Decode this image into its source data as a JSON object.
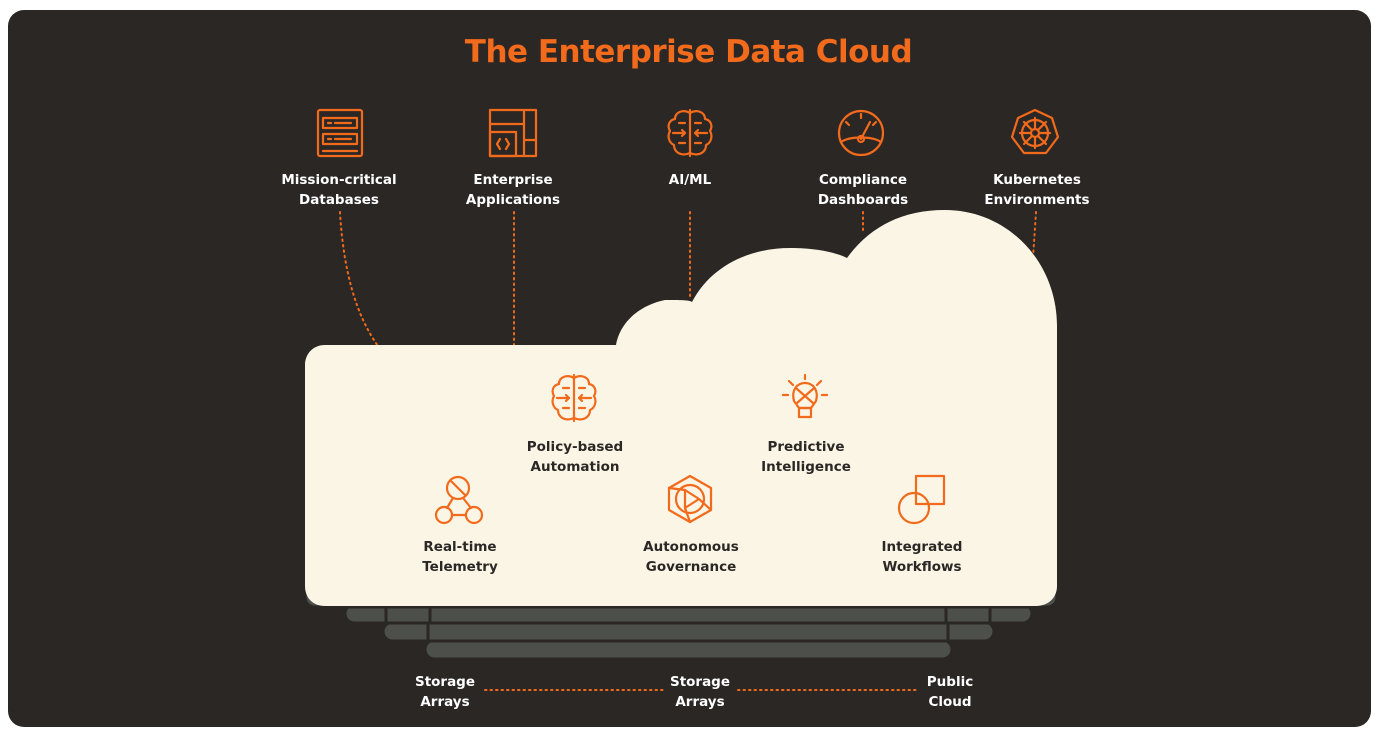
{
  "title": "The Enterprise Data Cloud",
  "top_items": [
    {
      "label": "Mission-critical\nDatabases",
      "icon": "database-icon"
    },
    {
      "label": "Enterprise\nApplications",
      "icon": "code-window-icon"
    },
    {
      "label": "AI/ML",
      "icon": "brain-chip-icon"
    },
    {
      "label": "Compliance\nDashboards",
      "icon": "gauge-icon"
    },
    {
      "label": "Kubernetes\nEnvironments",
      "icon": "kubernetes-wheel-icon"
    }
  ],
  "cloud_items": [
    {
      "label": "Policy-based\nAutomation",
      "icon": "brain-chip-icon"
    },
    {
      "label": "Predictive\nIntelligence",
      "icon": "lightbulb-icon"
    },
    {
      "label": "Real-time\nTelemetry",
      "icon": "network-nodes-icon"
    },
    {
      "label": "Autonomous\nGovernance",
      "icon": "play-hexagon-icon"
    },
    {
      "label": "Integrated\nWorkflows",
      "icon": "shapes-icon"
    }
  ],
  "bottom_items": [
    {
      "label": "Storage\nArrays"
    },
    {
      "label": "Storage\nArrays"
    },
    {
      "label": "Public\nCloud"
    }
  ],
  "colors": {
    "background": "#2b2725",
    "accent": "#f26a1b",
    "cloud_fill": "#fbf5e6",
    "layer_fill": "#4c4f4a"
  }
}
